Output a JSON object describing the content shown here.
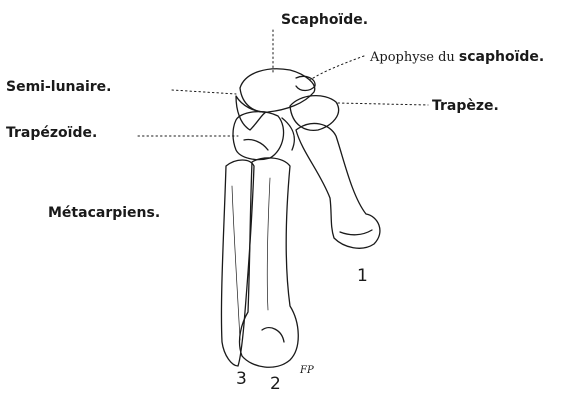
{
  "labels": {
    "scaphoide": "Scaphoïde.",
    "apophyse_prefix": "Apophyse du ",
    "apophyse_bold": "scaphoïde.",
    "semi_lunaire": "Semi-lunaire.",
    "trapeze": "Trapèze.",
    "trapezoide": "Trapézoïde.",
    "metacarpiens": "Métacarpiens."
  },
  "numbers": {
    "m1": "1",
    "m2": "2",
    "m3": "3"
  },
  "signature": "FP"
}
